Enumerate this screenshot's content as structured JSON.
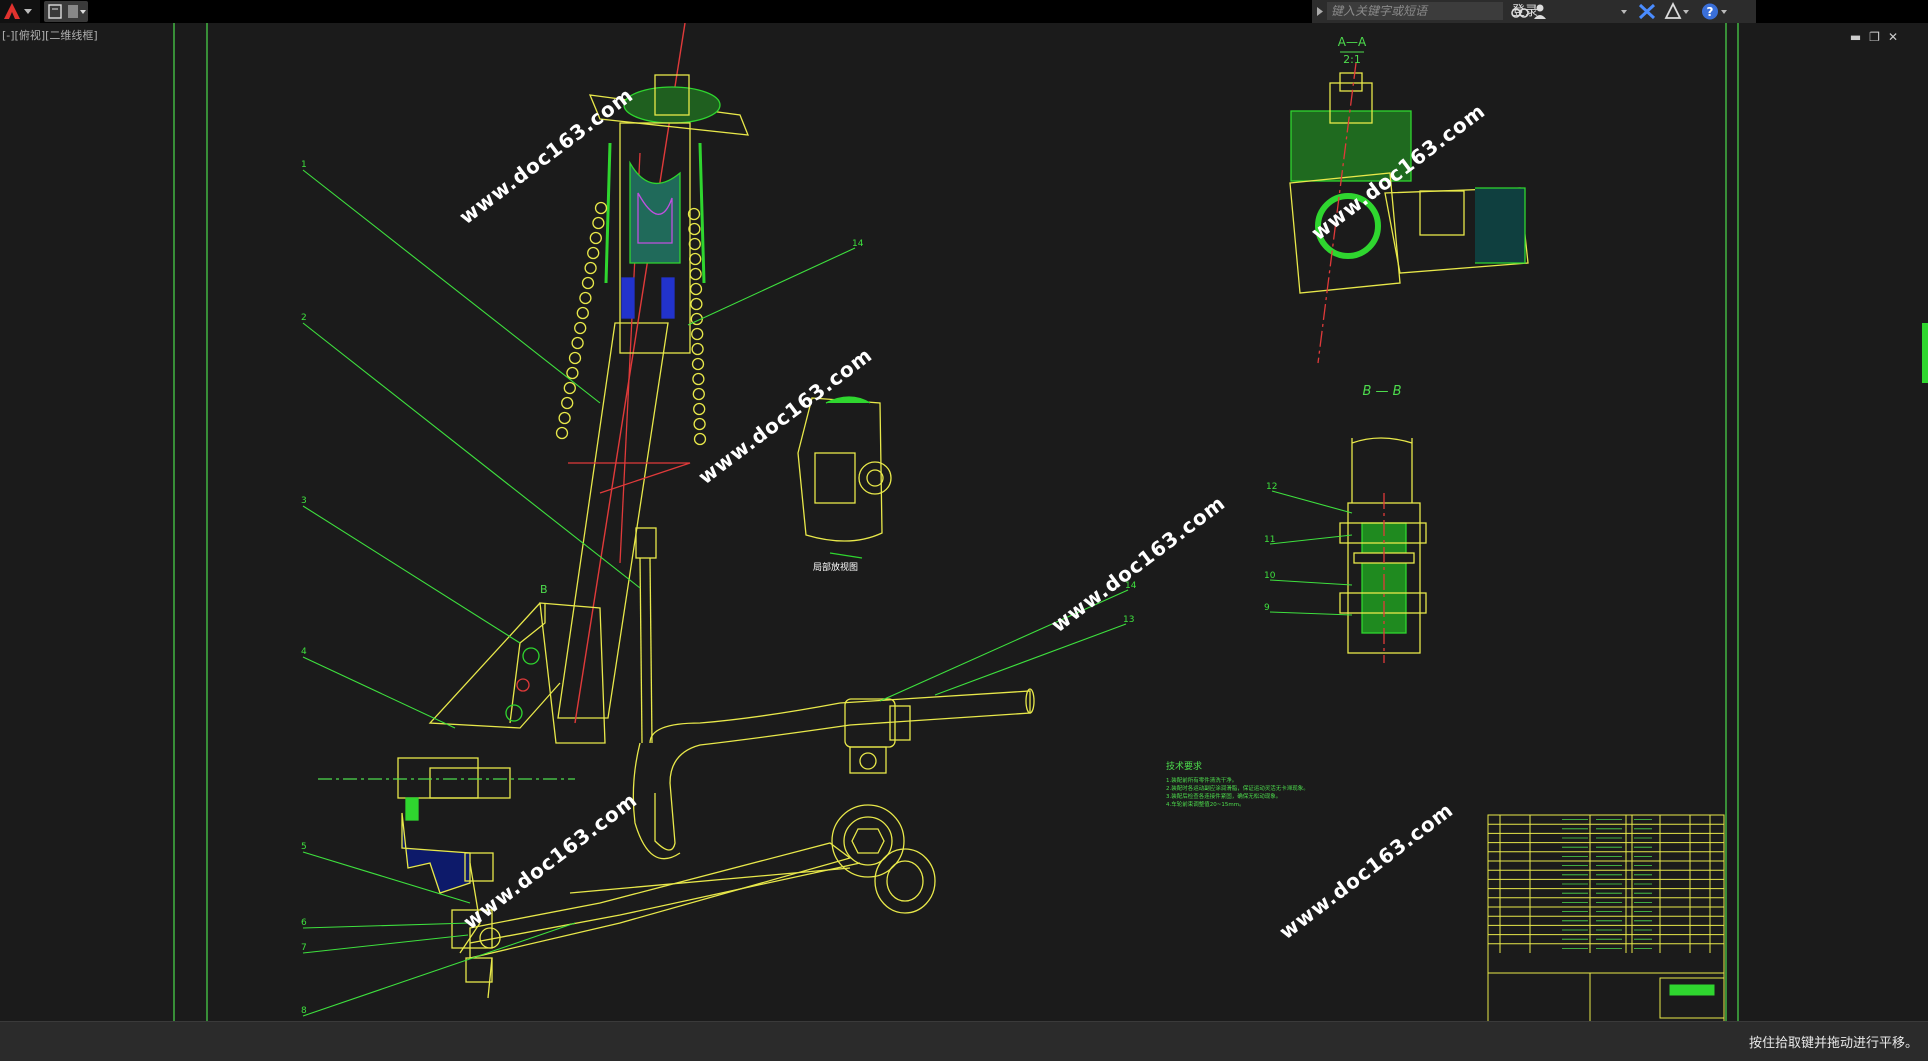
{
  "toolbar": {
    "search_placeholder": "键入关键字或短语",
    "login_label": "登录"
  },
  "viewport": {
    "label": "[-][俯视][二维线框]"
  },
  "status": {
    "prompt": "按住拾取键并拖动进行平移。"
  },
  "drawing": {
    "section_aa_title": "A—A",
    "section_aa_scale": "2:1",
    "section_bb_title": "B — B",
    "detail_view_title": "局部放视图",
    "tech_req_title": "技术要求",
    "tech_req_lines": [
      "1.装配前所有零件清洗干净。",
      "2.装配时各运动副应涂润滑脂，保证运动灵活无卡滞现象。",
      "3.装配后检查各连接件紧固，确保无松动现象。",
      "4.车轮前束调整值20~15mm。"
    ],
    "section_marker_b": "B",
    "watermark": "www.doc163.com",
    "leader_numbers_left": [
      "1",
      "2",
      "3",
      "4",
      "5",
      "6",
      "7",
      "8"
    ],
    "leader_numbers_right": [
      "14",
      "14",
      "13"
    ],
    "leader_numbers_bb": [
      "12",
      "11",
      "10",
      "9"
    ]
  },
  "colors": {
    "canvas": "#1b1b1b",
    "drawing_yellow": "#e8e84a",
    "drawing_green": "#2fd62f",
    "frame_green": "#4ddc4d",
    "leader_green": "#3ee03e",
    "red": "#e03a3a",
    "cyan": "#00c8c8",
    "blue": "#2233cc"
  }
}
